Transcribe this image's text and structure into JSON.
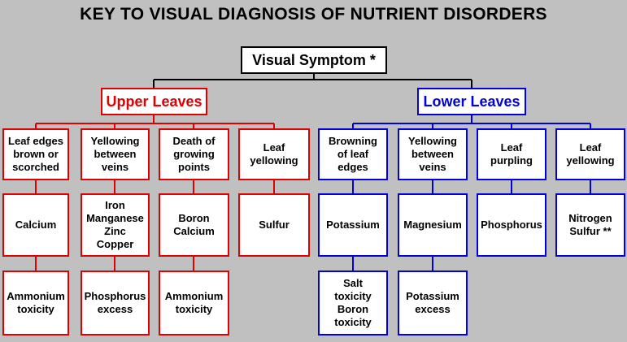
{
  "title": "KEY TO VISUAL DIAGNOSIS OF NUTRIENT DISORDERS",
  "root": "Visual Symptom *",
  "colors": {
    "upper": "#e00000",
    "lower": "#0000e0",
    "background": "#c0c0c0"
  },
  "upper": {
    "label": "Upper Leaves",
    "symptoms": [
      "Leaf edges\nbrown or\nscorched",
      "Yellowing\nbetween\nveins",
      "Death of\ngrowing\npoints",
      "Leaf\nyellowing"
    ],
    "nutrients": [
      "Calcium",
      "Iron\nManganese\nZinc\nCopper",
      "Boron\nCalcium",
      "Sulfur"
    ],
    "causes": [
      "Ammonium\ntoxicity",
      "Phosphorus\nexcess",
      "Ammonium\ntoxicity"
    ]
  },
  "lower": {
    "label": "Lower Leaves",
    "symptoms": [
      "Browning\nof leaf\nedges",
      "Yellowing\nbetween\nveins",
      "Leaf\npurpling",
      "Leaf\nyellowing"
    ],
    "nutrients": [
      "Potassium",
      "Magnesium",
      "Phosphorus",
      "Nitrogen\nSulfur **"
    ],
    "causes": [
      "Salt\ntoxicity\nBoron\ntoxicity",
      "Potassium\nexcess"
    ]
  }
}
